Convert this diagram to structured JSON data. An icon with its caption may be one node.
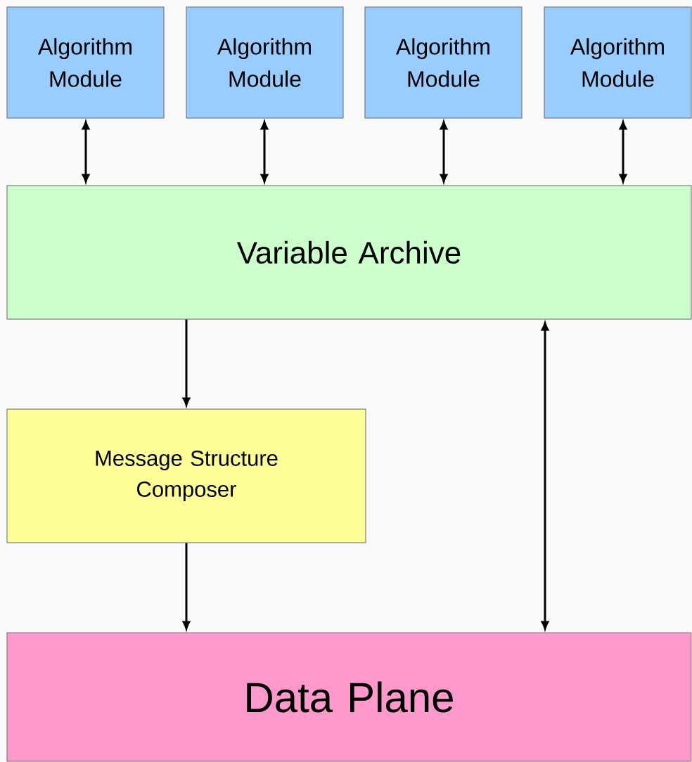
{
  "diagram": {
    "nodes": [
      {
        "text": [
          "Algorithm Module"
        ]
      },
      {
        "text": [
          "Algorithm Module"
        ]
      },
      {
        "text": [
          "Algorithm Module"
        ]
      },
      {
        "text": [
          "Algorithm Module"
        ]
      },
      {
        "text": [
          "Variable Archive"
        ]
      },
      {
        "text": [
          "Message Structure Composer"
        ]
      },
      {
        "text": [
          "Data Plane"
        ]
      }
    ],
    "edges": [
      {
        "from": 0,
        "to": 4,
        "arrow": "both"
      },
      {
        "from": 1,
        "to": 4,
        "arrow": "both"
      },
      {
        "from": 2,
        "to": 4,
        "arrow": "both"
      },
      {
        "from": 3,
        "to": 4,
        "arrow": "both"
      },
      {
        "from": 4,
        "to": 5,
        "arrow": "to"
      },
      {
        "from": 5,
        "to": 6,
        "arrow": "to"
      },
      {
        "from": 4,
        "to": 6,
        "arrow": "both"
      }
    ]
  }
}
